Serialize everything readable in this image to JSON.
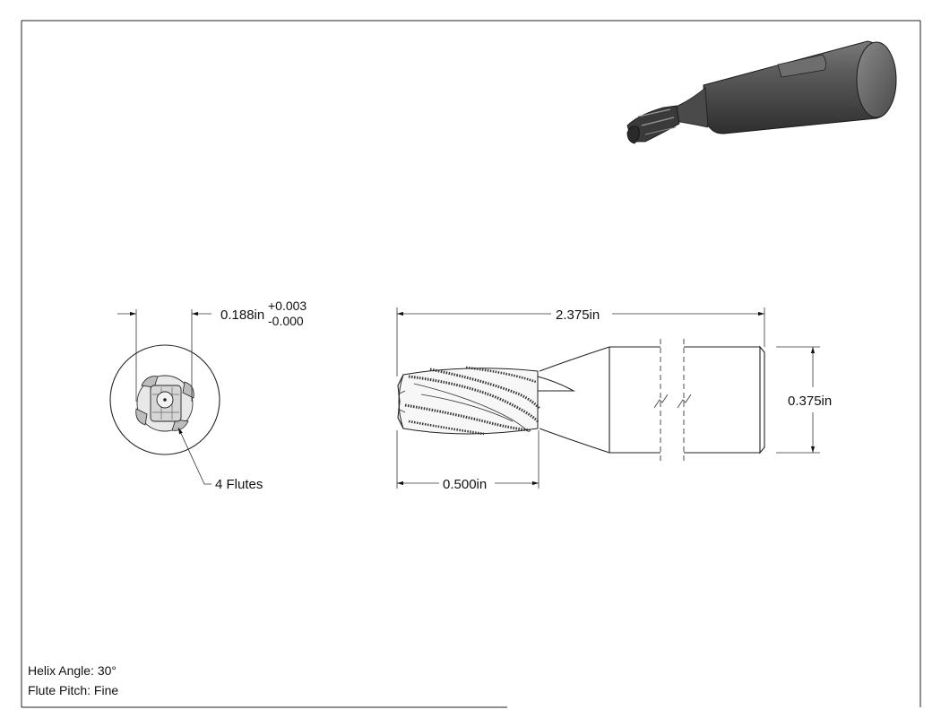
{
  "end_view": {
    "diameter_label": "0.188in",
    "tolerance_plus": "+0.003",
    "tolerance_minus": "-0.000",
    "flutes_label": "4 Flutes"
  },
  "side_view": {
    "overall_length_label": "2.375in",
    "flute_length_label": "0.500in",
    "shank_diameter_label": "0.375in"
  },
  "notes": {
    "helix_angle": "Helix Angle: 30°",
    "flute_pitch": "Flute Pitch: Fine"
  }
}
